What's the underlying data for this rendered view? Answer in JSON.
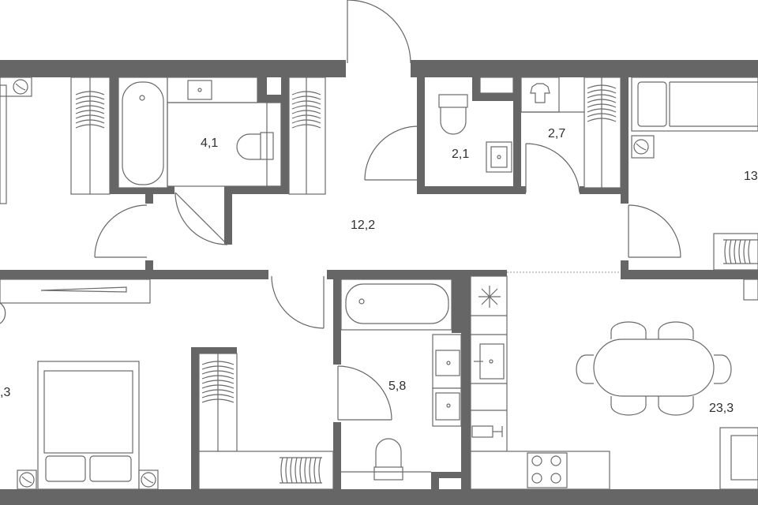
{
  "rooms": [
    {
      "id": "bath-top",
      "label": "4,1"
    },
    {
      "id": "corridor",
      "label": "12,2"
    },
    {
      "id": "wc",
      "label": "2,1"
    },
    {
      "id": "laundry",
      "label": "2,7"
    },
    {
      "id": "bedroom-right",
      "label": "13"
    },
    {
      "id": "bedroom-left",
      "label": ",3"
    },
    {
      "id": "bath-bottom",
      "label": "5,8"
    },
    {
      "id": "living-kitchen",
      "label": "23,3"
    }
  ],
  "colors": {
    "wall": "#666666",
    "fixture": "#6a6a6a",
    "background": "#ffffff"
  },
  "icons": [
    "bathtub-icon",
    "toilet-icon",
    "sink-icon",
    "wardrobe-icon",
    "bed-icon",
    "stove-icon",
    "fridge-icon",
    "radiator-icon",
    "washing-machine-icon",
    "dining-table-icon",
    "shirt-icon"
  ]
}
